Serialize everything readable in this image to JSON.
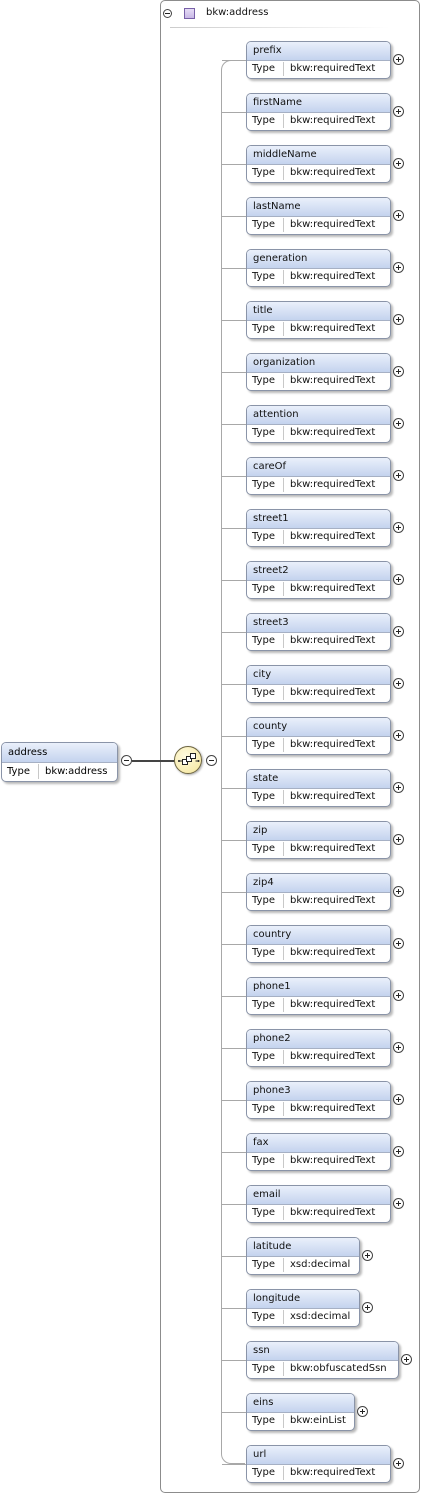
{
  "root": {
    "name": "address",
    "type_label": "Type",
    "type_value": "bkw:address"
  },
  "group": {
    "title": "bkw:address"
  },
  "elements": [
    {
      "name": "prefix",
      "type_label": "Type",
      "type_value": "bkw:requiredText"
    },
    {
      "name": "firstName",
      "type_label": "Type",
      "type_value": "bkw:requiredText"
    },
    {
      "name": "middleName",
      "type_label": "Type",
      "type_value": "bkw:requiredText"
    },
    {
      "name": "lastName",
      "type_label": "Type",
      "type_value": "bkw:requiredText"
    },
    {
      "name": "generation",
      "type_label": "Type",
      "type_value": "bkw:requiredText"
    },
    {
      "name": "title",
      "type_label": "Type",
      "type_value": "bkw:requiredText"
    },
    {
      "name": "organization",
      "type_label": "Type",
      "type_value": "bkw:requiredText"
    },
    {
      "name": "attention",
      "type_label": "Type",
      "type_value": "bkw:requiredText"
    },
    {
      "name": "careOf",
      "type_label": "Type",
      "type_value": "bkw:requiredText"
    },
    {
      "name": "street1",
      "type_label": "Type",
      "type_value": "bkw:requiredText"
    },
    {
      "name": "street2",
      "type_label": "Type",
      "type_value": "bkw:requiredText"
    },
    {
      "name": "street3",
      "type_label": "Type",
      "type_value": "bkw:requiredText"
    },
    {
      "name": "city",
      "type_label": "Type",
      "type_value": "bkw:requiredText"
    },
    {
      "name": "county",
      "type_label": "Type",
      "type_value": "bkw:requiredText"
    },
    {
      "name": "state",
      "type_label": "Type",
      "type_value": "bkw:requiredText"
    },
    {
      "name": "zip",
      "type_label": "Type",
      "type_value": "bkw:requiredText"
    },
    {
      "name": "zip4",
      "type_label": "Type",
      "type_value": "bkw:requiredText"
    },
    {
      "name": "country",
      "type_label": "Type",
      "type_value": "bkw:requiredText"
    },
    {
      "name": "phone1",
      "type_label": "Type",
      "type_value": "bkw:requiredText"
    },
    {
      "name": "phone2",
      "type_label": "Type",
      "type_value": "bkw:requiredText"
    },
    {
      "name": "phone3",
      "type_label": "Type",
      "type_value": "bkw:requiredText"
    },
    {
      "name": "fax",
      "type_label": "Type",
      "type_value": "bkw:requiredText"
    },
    {
      "name": "email",
      "type_label": "Type",
      "type_value": "bkw:requiredText"
    },
    {
      "name": "latitude",
      "type_label": "Type",
      "type_value": "xsd:decimal"
    },
    {
      "name": "longitude",
      "type_label": "Type",
      "type_value": "xsd:decimal"
    },
    {
      "name": "ssn",
      "type_label": "Type",
      "type_value": "bkw:obfuscatedSsn"
    },
    {
      "name": "eins",
      "type_label": "Type",
      "type_value": "bkw:einList"
    },
    {
      "name": "url",
      "type_label": "Type",
      "type_value": "bkw:requiredText"
    }
  ],
  "icons": {
    "group": "complex-type-icon",
    "sequence": "sequence-icon",
    "collapse": "collapse-icon",
    "expand": "expand-icon"
  }
}
